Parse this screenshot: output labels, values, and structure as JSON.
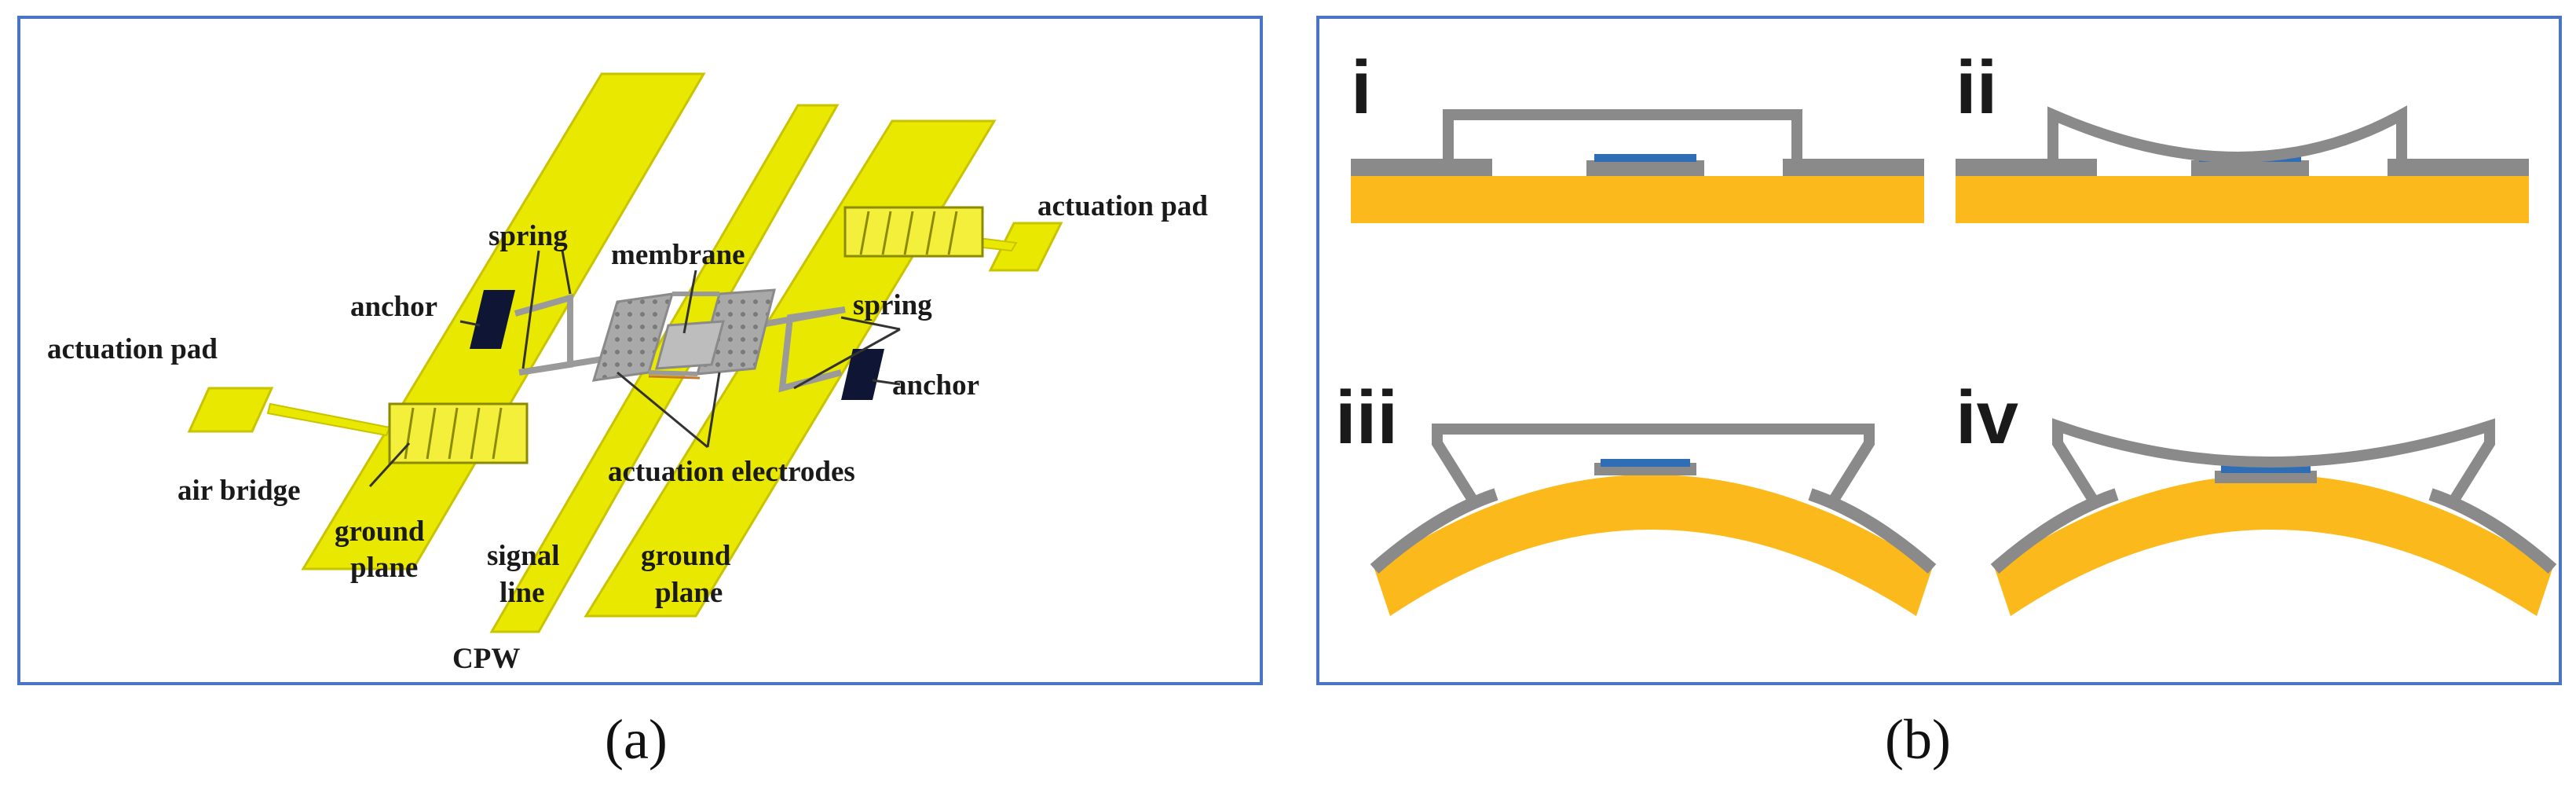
{
  "panel_a": {
    "labels": {
      "actuation_pad_right": "actuation pad",
      "actuation_pad_left": "actuation pad",
      "spring_left": "spring",
      "membrane": "membrane",
      "anchor_left": "anchor",
      "spring_right": "spring",
      "anchor_right": "anchor",
      "actuation_electrodes": "actuation electrodes",
      "air_bridge": "air bridge",
      "ground_plane_left_1": "ground",
      "ground_plane_left_2": "plane",
      "signal_line_1": "signal",
      "signal_line_2": "line",
      "ground_plane_right_1": "ground",
      "ground_plane_right_2": "plane",
      "cpw": "CPW"
    },
    "caption": "(a)"
  },
  "panel_b": {
    "states": [
      "i",
      "ii",
      "iii",
      "iv"
    ],
    "caption": "(b)"
  },
  "colors": {
    "gold_metal": "#e8e800",
    "substrate": "#fbb91c",
    "gray_metal": "#8a8a8a",
    "electrode_blue": "#2f6db5",
    "frame": "#4a74c4"
  }
}
